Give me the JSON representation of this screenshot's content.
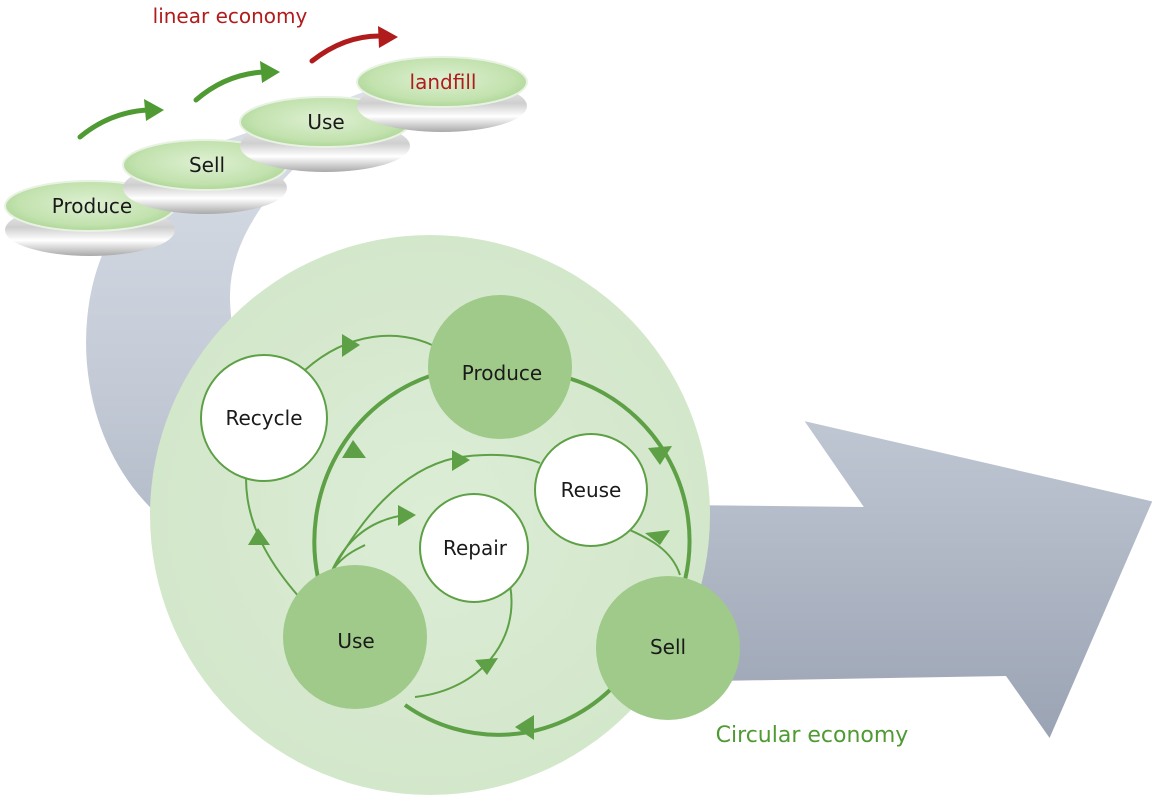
{
  "linear": {
    "title": "linear economy",
    "steps": [
      "Produce",
      "Sell",
      "Use",
      "landfill"
    ]
  },
  "circular": {
    "title": "Circular economy",
    "main_nodes": [
      "Produce",
      "Sell",
      "Use"
    ],
    "loop_nodes": [
      "Recycle",
      "Reuse",
      "Repair"
    ]
  },
  "colors": {
    "linear_title": "#b01c1c",
    "circular_title": "#4f9a33",
    "flow_arrow": "#4f9a33",
    "landfill_arrow": "#b01c1c",
    "big_circle": "#d8ebd2",
    "main_node": "#9fca8a",
    "loop_node": "#ffffff",
    "road": "#c3cad6"
  }
}
